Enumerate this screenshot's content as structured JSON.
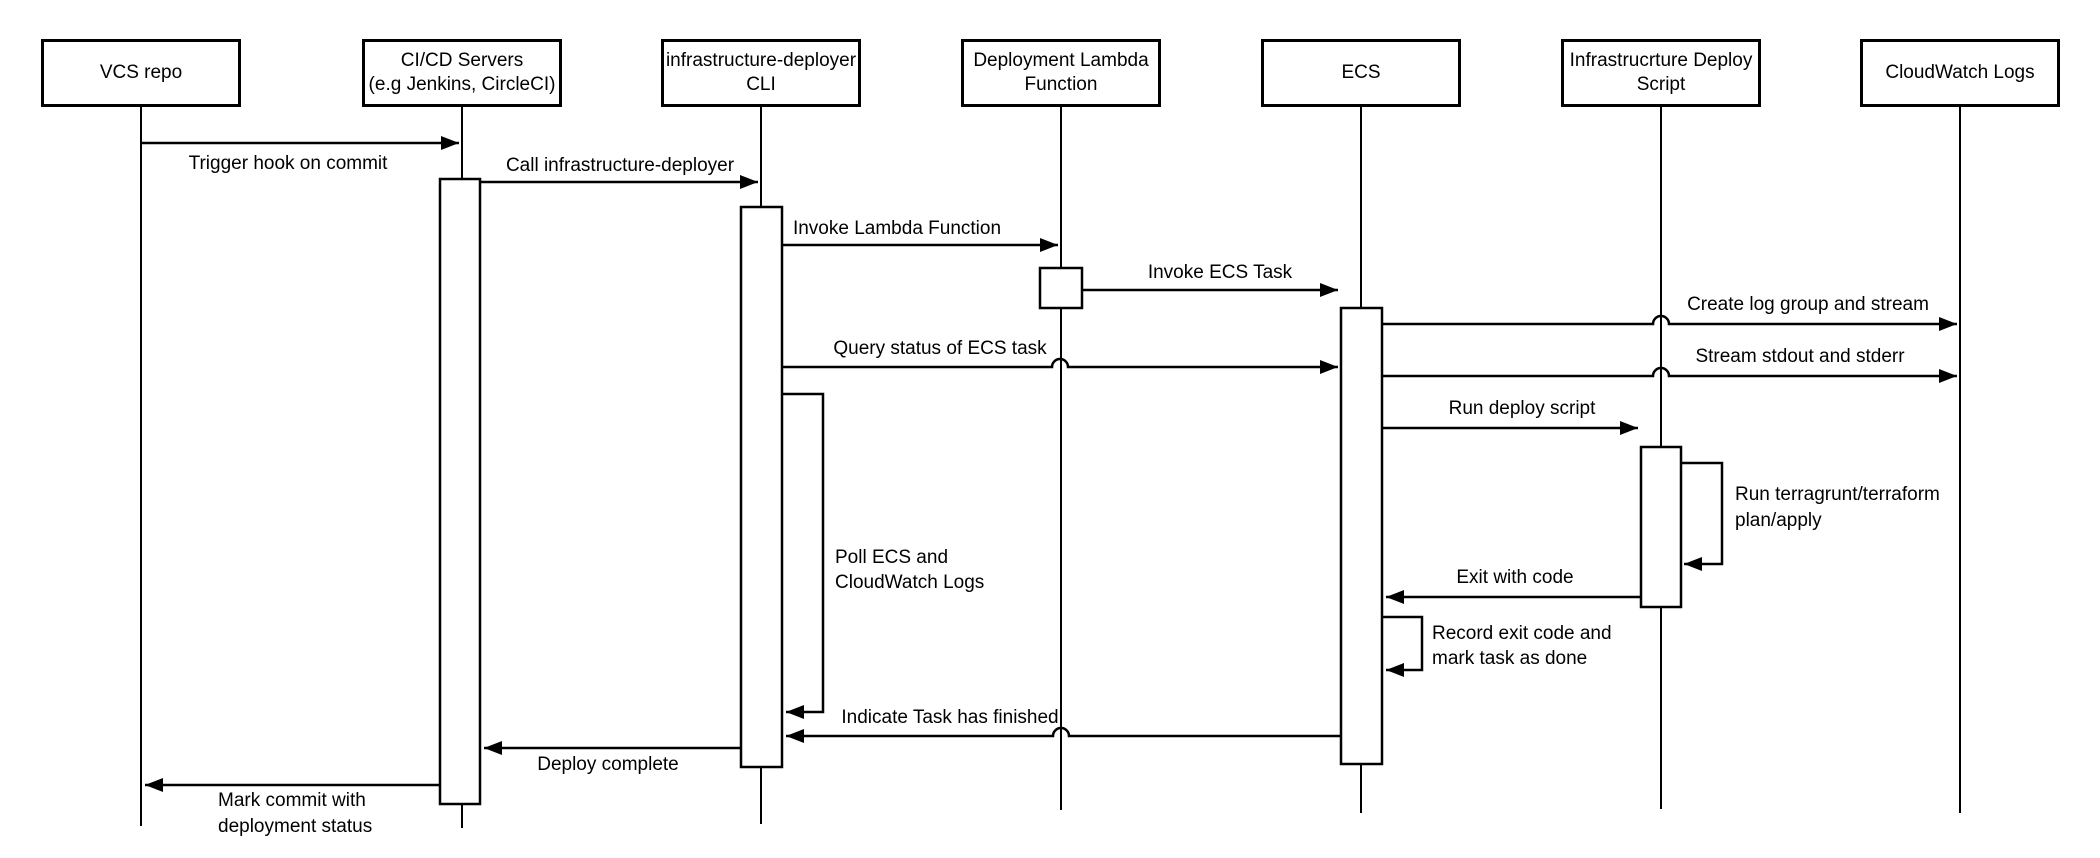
{
  "diagram": {
    "type": "uml-sequence",
    "background": "#ffffff",
    "line_color": "#000000",
    "actors": [
      {
        "id": "vcs-repo",
        "label": "VCS repo"
      },
      {
        "id": "cicd-servers",
        "label": "CI/CD Servers\n(e.g Jenkins, CircleCI)"
      },
      {
        "id": "infrastructure-deployer-cli",
        "label": "infrastructure-deployer\nCLI"
      },
      {
        "id": "deployment-lambda-function",
        "label": "Deployment Lambda\nFunction"
      },
      {
        "id": "ecs",
        "label": "ECS"
      },
      {
        "id": "infrastructure-deploy-script",
        "label": "Infrastrucrture Deploy\nScript"
      },
      {
        "id": "cloudwatch-logs",
        "label": "CloudWatch Logs"
      }
    ],
    "messages": [
      {
        "id": "trigger-hook",
        "from": "vcs-repo",
        "to": "cicd-servers",
        "label": "Trigger hook on commit"
      },
      {
        "id": "call-infrastructure-deployer",
        "from": "cicd-servers",
        "to": "infrastructure-deployer-cli",
        "label": "Call infrastructure-deployer"
      },
      {
        "id": "invoke-lambda",
        "from": "infrastructure-deployer-cli",
        "to": "deployment-lambda-function",
        "label": "Invoke Lambda Function"
      },
      {
        "id": "invoke-ecs-task",
        "from": "deployment-lambda-function",
        "to": "ecs",
        "label": "Invoke ECS Task"
      },
      {
        "id": "create-log-group",
        "from": "ecs",
        "to": "cloudwatch-logs",
        "label": "Create log group and stream"
      },
      {
        "id": "query-status",
        "from": "infrastructure-deployer-cli",
        "to": "ecs",
        "label": "Query status of ECS task"
      },
      {
        "id": "stream-stdout",
        "from": "ecs",
        "to": "cloudwatch-logs",
        "label": "Stream stdout and stderr"
      },
      {
        "id": "run-deploy-script",
        "from": "ecs",
        "to": "infrastructure-deploy-script",
        "label": "Run deploy script"
      },
      {
        "id": "run-terragrunt",
        "from": "infrastructure-deploy-script",
        "to": "infrastructure-deploy-script",
        "label": "Run terragrunt/terraform\nplan/apply"
      },
      {
        "id": "exit-with-code",
        "from": "infrastructure-deploy-script",
        "to": "ecs",
        "label": "Exit with code"
      },
      {
        "id": "record-exit-code",
        "from": "ecs",
        "to": "ecs",
        "label": "Record exit code and\nmark task as done"
      },
      {
        "id": "poll-ecs",
        "from": "infrastructure-deployer-cli",
        "to": "infrastructure-deployer-cli",
        "label": "Poll ECS and\nCloudWatch Logs"
      },
      {
        "id": "indicate-finished",
        "from": "ecs",
        "to": "infrastructure-deployer-cli",
        "label": "Indicate Task has finished"
      },
      {
        "id": "deploy-complete",
        "from": "infrastructure-deployer-cli",
        "to": "cicd-servers",
        "label": "Deploy complete"
      },
      {
        "id": "mark-commit",
        "from": "cicd-servers",
        "to": "vcs-repo",
        "label": "Mark commit with\ndeployment status"
      }
    ]
  }
}
